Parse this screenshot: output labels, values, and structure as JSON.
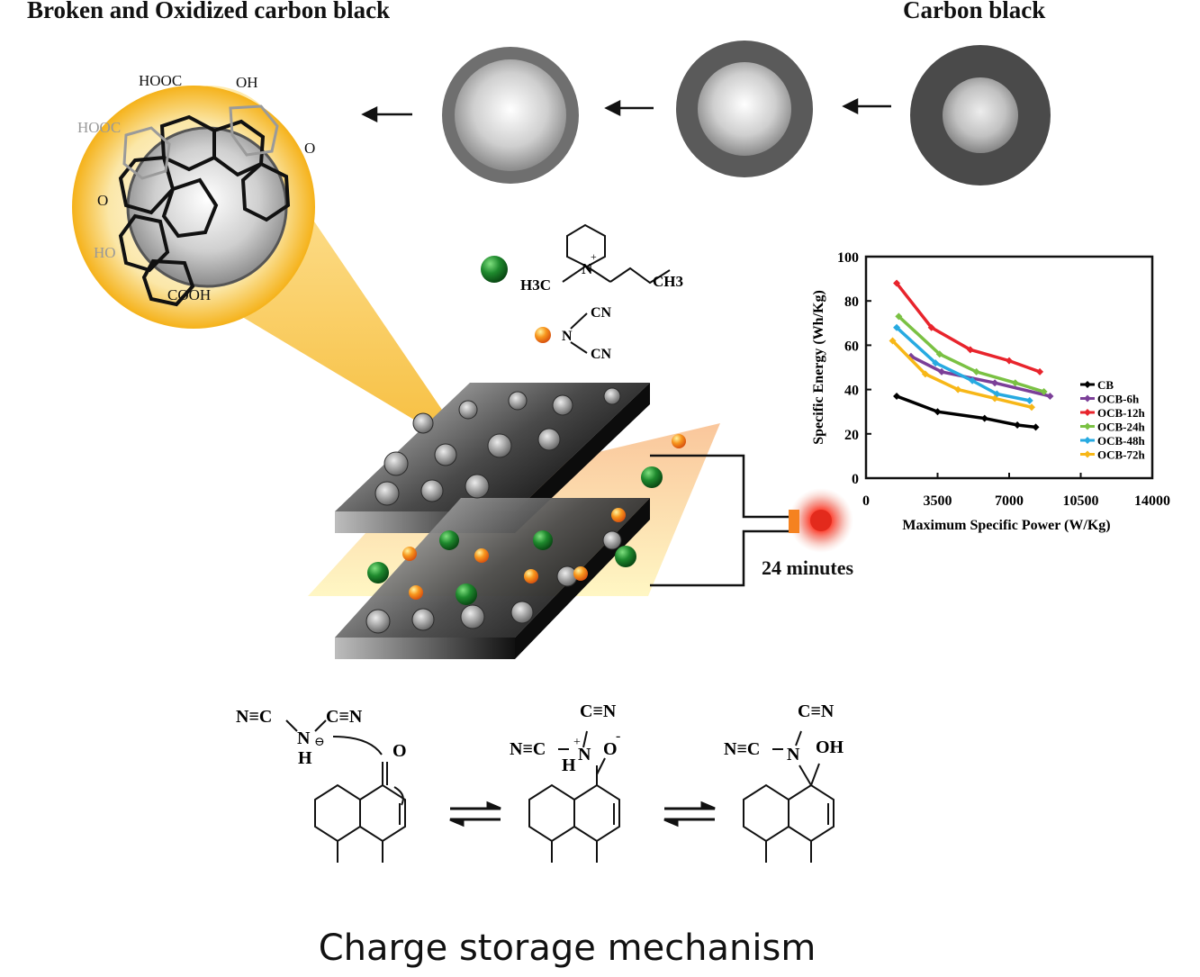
{
  "titles": {
    "left": "Broken and Oxidized carbon black",
    "right": "Carbon black"
  },
  "labels": {
    "time": "24 minutes",
    "caption": "Charge storage mechanism"
  },
  "molecule_labels": {
    "hooc1": "HOOC",
    "oh1": "OH",
    "hooc2": "HOOC",
    "o1": "O",
    "o2": "O",
    "ho": "HO",
    "cooh": "COOH",
    "cation_left": "H3C",
    "cation_right": "CH3",
    "anion_cn_top": "CN",
    "anion_n": "N",
    "anion_cn_bottom": "CN"
  },
  "mechanism_labels": {
    "s1_ncleft": "N≡C",
    "s1_ncright": "C≡N",
    "s1_n": "N",
    "s1_h": "H",
    "s1_o": "O",
    "s2_cn": "C≡N",
    "s2_nc": "N≡C",
    "s2_n": "N",
    "s2_h": "H",
    "s2_o": "O",
    "s3_cn": "C≡N",
    "s3_nc": "N≡C",
    "s3_n": "N",
    "s3_oh": "OH"
  },
  "colors": {
    "ocb_12h": "#e8242c",
    "ocb_24h": "#7ac143",
    "ocb_48h": "#27aae1",
    "ocb_72h": "#f7b718",
    "ocb_6h": "#7b3f98",
    "cb": "#000000",
    "cation_ball": "#1a7a2a",
    "anion_ball": "#f28a1d"
  },
  "chart_data": {
    "type": "line",
    "xlabel": "Maximum Specific Power (W/Kg)",
    "ylabel": "Specific Energy (Wh/Kg)",
    "xlim": [
      0,
      14000
    ],
    "ylim": [
      0,
      100
    ],
    "xticks": [
      "0",
      "3500",
      "7000",
      "10500",
      "14000"
    ],
    "yticks": [
      "0",
      "20",
      "40",
      "60",
      "80",
      "100"
    ],
    "legend_position": "right",
    "series": [
      {
        "name": "CB",
        "color": "#000000",
        "x": [
          1500,
          3500,
          5800,
          7400,
          8300
        ],
        "y": [
          37,
          30,
          27,
          24,
          23
        ]
      },
      {
        "name": "OCB-6h",
        "color": "#7b3f98",
        "x": [
          2200,
          3700,
          6300,
          9000
        ],
        "y": [
          55,
          48,
          43,
          37
        ]
      },
      {
        "name": "OCB-12h",
        "color": "#e8242c",
        "x": [
          1500,
          3200,
          5100,
          7000,
          8500
        ],
        "y": [
          88,
          68,
          58,
          53,
          48
        ]
      },
      {
        "name": "OCB-24h",
        "color": "#7ac143",
        "x": [
          1600,
          3600,
          5400,
          7300,
          8700
        ],
        "y": [
          73,
          56,
          48,
          43,
          39
        ]
      },
      {
        "name": "OCB-48h",
        "color": "#27aae1",
        "x": [
          1500,
          3400,
          5200,
          6400,
          8000
        ],
        "y": [
          68,
          52,
          44,
          38,
          35
        ]
      },
      {
        "name": "OCB-72h",
        "color": "#f7b718",
        "x": [
          1300,
          2900,
          4500,
          6300,
          8100
        ],
        "y": [
          62,
          47,
          40,
          36,
          32
        ]
      }
    ]
  }
}
